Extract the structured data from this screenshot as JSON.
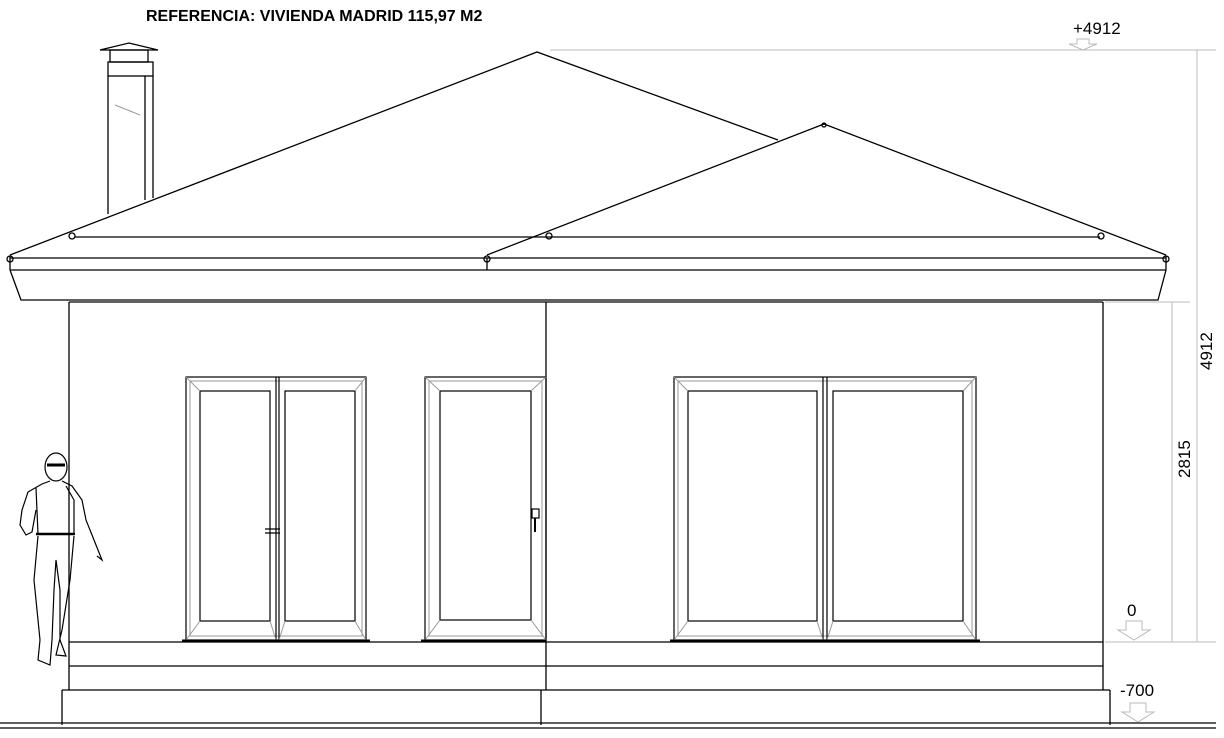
{
  "title": "REFERENCIA: VIVIENDA MADRID 115,97 M2",
  "levels": {
    "top": "+4912",
    "ground": "0",
    "base": "-700"
  },
  "dimensions": {
    "total_height": "4912",
    "wall_height": "2815"
  },
  "colors": {
    "line": "#000000",
    "dimension": "#bbbbbb"
  }
}
